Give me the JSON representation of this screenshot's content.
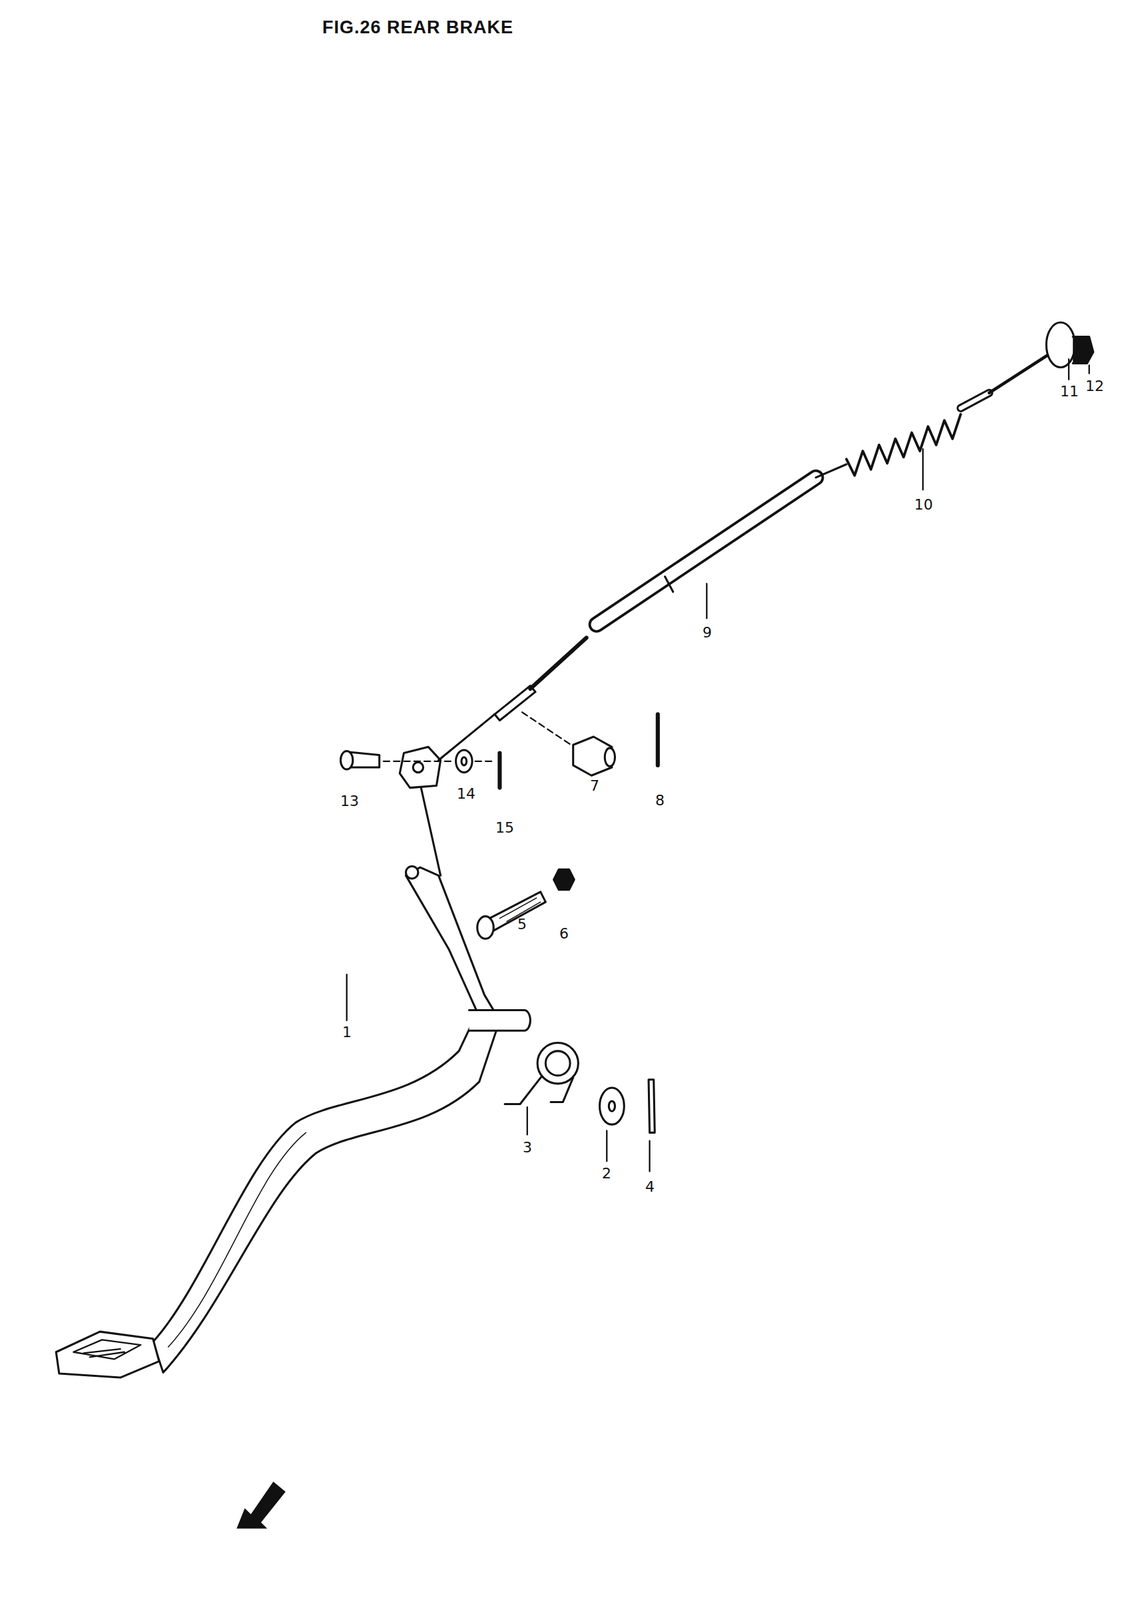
{
  "diagram": {
    "title": "FIG.26 REAR BRAKE",
    "labels": [
      "1",
      "2",
      "3",
      "4",
      "5",
      "6",
      "7",
      "8",
      "9",
      "10",
      "11",
      "12",
      "13",
      "14",
      "15"
    ]
  }
}
